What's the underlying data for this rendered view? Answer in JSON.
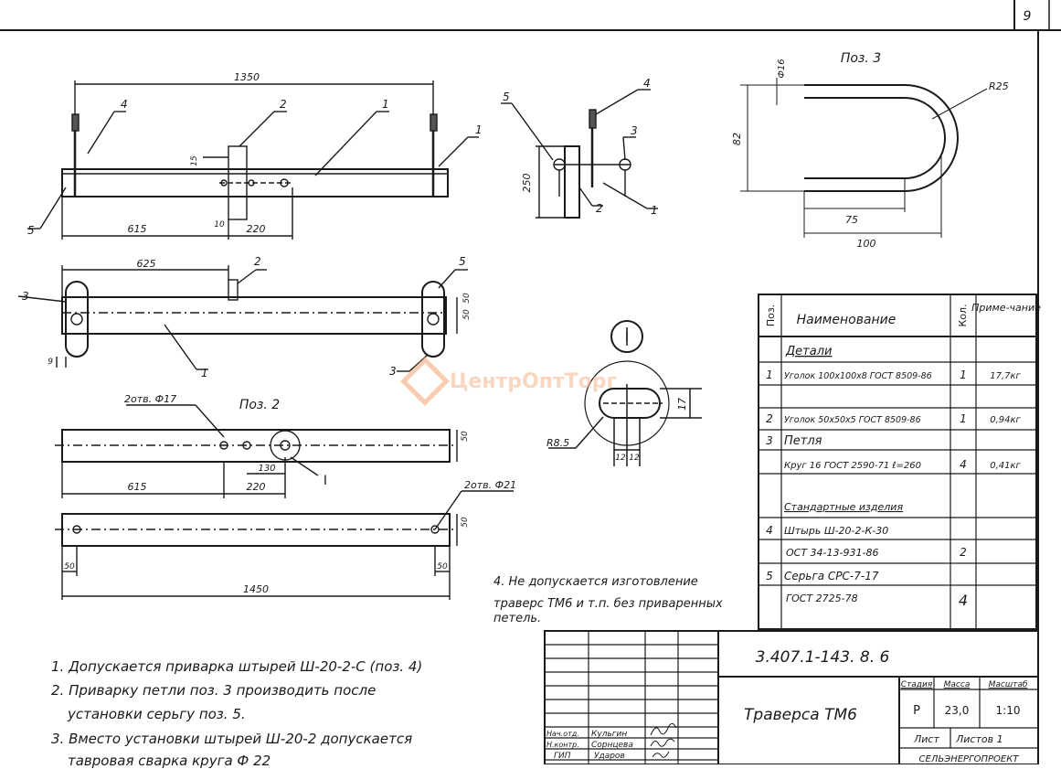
{
  "sheet_number": "9",
  "views": {
    "main": {
      "dims": {
        "overall": "1350",
        "left": "615",
        "small": "10",
        "right": "220",
        "height": "15"
      },
      "position_callouts": [
        "4",
        "2",
        "1",
        "1",
        "5"
      ]
    },
    "side": {
      "dims": {
        "height": "250"
      },
      "position_callouts": [
        "5",
        "4",
        "3",
        "2",
        "1"
      ]
    },
    "plan": {
      "dims": {
        "left": "625",
        "w1": "50",
        "w2": "50",
        "bottom": "9"
      },
      "position_callouts": [
        "2",
        "5",
        "3",
        "1",
        "3"
      ]
    },
    "pos3": {
      "title": "Поз. 3",
      "dims": {
        "diameter": "Ф16",
        "radius": "R25",
        "height": "82",
        "inner": "75",
        "outer": "100"
      }
    },
    "detail_I": {
      "marker": "I",
      "dims": {
        "radius": "R8.5",
        "height": "17",
        "half1": "12",
        "half2": "12"
      }
    },
    "pos2": {
      "title": "Поз. 2",
      "hole_note_1": "2отв. Ф17",
      "hole_note_2": "2отв. Ф21",
      "detail_ref": "I",
      "dims": {
        "a": "615",
        "b": "220",
        "c": "130",
        "w_top": "50",
        "w_bottom": "50",
        "end_left": "50",
        "end_right": "50",
        "total": "1450"
      }
    }
  },
  "spec_table": {
    "headers": {
      "pos": "Поз.",
      "name": "Наименование",
      "qty": "Кол.",
      "note": "Приме-чание"
    },
    "rows": [
      {
        "pos": "",
        "name": "Детали",
        "qty": "",
        "note": ""
      },
      {
        "pos": "1",
        "name": "Уголок 100х100х8 ГОСТ 8509-86",
        "qty": "1",
        "note": "17,7кг"
      },
      {
        "pos": "",
        "name": "",
        "qty": "",
        "note": ""
      },
      {
        "pos": "2",
        "name": "Уголок 50х50х5 ГОСТ 8509-86",
        "qty": "1",
        "note": "0,94кг"
      },
      {
        "pos": "3",
        "name": "Петля",
        "qty": "",
        "note": ""
      },
      {
        "pos": "",
        "name": "Круг 16 ГОСТ 2590-71 ℓ=260",
        "qty": "4",
        "note": "0,41кг"
      },
      {
        "pos": "",
        "name": "Стандартные изделия",
        "qty": "",
        "note": ""
      },
      {
        "pos": "4",
        "name": "Штырь Ш-20-2-К-30",
        "qty": "",
        "note": ""
      },
      {
        "pos": "",
        "name": "ОСТ 34-13-931-86",
        "qty": "2",
        "note": ""
      },
      {
        "pos": "5",
        "name": "Серьга СРС-7-17",
        "qty": "",
        "note": ""
      },
      {
        "pos": "",
        "name": "ГОСТ 2725-78",
        "qty": "4",
        "note": ""
      }
    ]
  },
  "notes": [
    "1. Допускается приварка штырей Ш-20-2-С (поз. 4)",
    "2. Приварку петли поз. 3 производить после",
    "установки серьгу поз. 5.",
    "3. Вместо установки штырей Ш-20-2 допускается",
    "тавровая сварка круга Ф 22"
  ],
  "note4": [
    "4. Не допускается изготовление",
    "траверс ТМ6 и т.п. без приваренных",
    "петель."
  ],
  "title_block": {
    "code": "3.407.1-143. 8. 6",
    "name": "Траверса ТМ6",
    "stage_label": "Стадия",
    "mass_label": "Масса",
    "scale_label": "Масштаб",
    "stage": "Р",
    "mass": "23,0",
    "scale": "1:10",
    "sheet_label": "Лист",
    "sheets_label": "Листов 1",
    "roles": [
      "Нач.отд.",
      "Н.контр.",
      "ГИП"
    ],
    "names": [
      "Кульгин",
      "Сорнцева",
      "Ударов"
    ],
    "org": "СЕЛЬЭНЕРГОПРОЕКТ"
  },
  "watermark": "ЦентрОптТорг"
}
